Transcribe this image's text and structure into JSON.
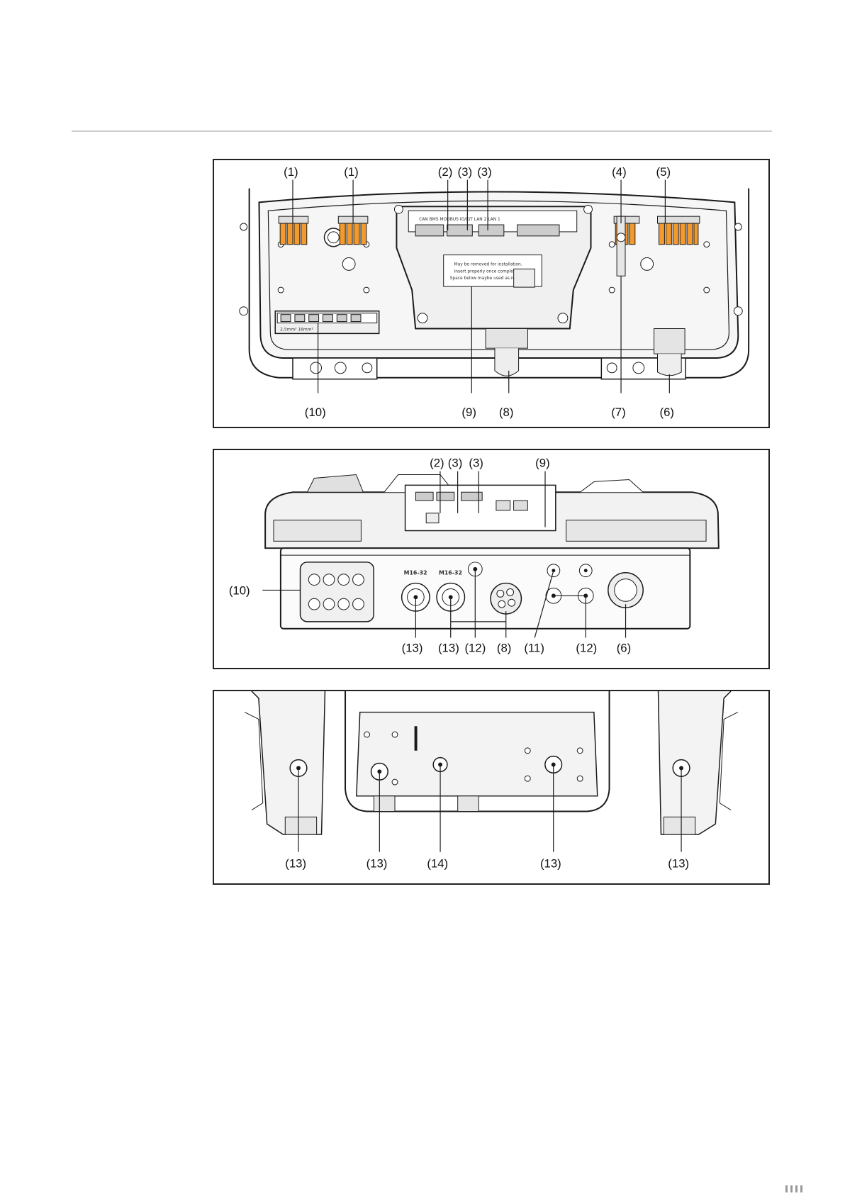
{
  "figure_top": {
    "callouts": [
      "(1)",
      "(1)",
      "(2)",
      "(3)",
      "(3)",
      "(4)",
      "(5)",
      "(10)",
      "(9)",
      "(8)",
      "(7)",
      "(6)"
    ],
    "label_text": {
      "terminal_block": "2,5mm²  16mm²",
      "removable_note_1": "May be removed for installation.",
      "removable_note_2": "Insert properly once completed.",
      "removable_note_3": "Space below maybe used as recovery.",
      "port_row": "CAN  BMS  MODBUS  IO/IGT  LAN 2  LAN 1"
    }
  },
  "figure_middle": {
    "callouts": [
      "(2)",
      "(3)",
      "(3)",
      "(9)",
      "(10)",
      "(13)",
      "(13)",
      "(12)",
      "(8)",
      "(11)",
      "(12)",
      "(6)"
    ],
    "label_text": {
      "gland_a": "M16-32",
      "gland_b": "M16-32"
    }
  },
  "figure_bottom": {
    "callouts": [
      "(13)",
      "(13)",
      "(14)",
      "(13)",
      "(13)"
    ]
  },
  "colors": {
    "connector_orange": "#f29a2e",
    "line": "#1a1a1a",
    "fill_light": "#f3f3f3",
    "fill_mid": "#d9d9d9"
  }
}
